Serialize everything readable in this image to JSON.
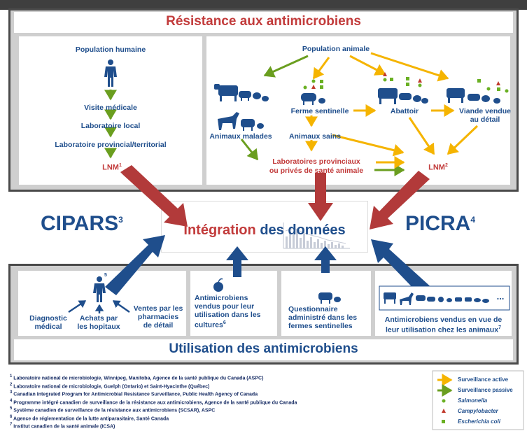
{
  "top_section": {
    "title": "Résistance aux antimicrobiens",
    "human": {
      "title": "Population humaine",
      "steps": [
        "Visite médicale",
        "Laboratoire local",
        "Laboratoire provincial/territorial"
      ],
      "lnm": "LNM",
      "lnm_note": "1"
    },
    "animal": {
      "title": "Population animale",
      "sick": "Animaux malades",
      "sentinel": "Ferme sentinelle",
      "healthy": "Animaux sains",
      "abattoir": "Abattoir",
      "retail_meat_1": "Viande vendue",
      "retail_meat_2": "au détail",
      "labs_1": "Laboratoires provinciaux",
      "labs_2": "ou privés de santé animale",
      "lnm": "LNM",
      "lnm_note": "2"
    }
  },
  "middle": {
    "cipars": "CIPARS",
    "cipars_note": "3",
    "integration_1": "Intégration",
    "integration_2": "des données",
    "picra": "PICRA",
    "picra_note": "4"
  },
  "bottom_section": {
    "title": "Utilisation des antimicrobiens",
    "human_note": "5",
    "diagnostic_1": "Diagnostic",
    "diagnostic_2": "médical",
    "hospital_1": "Achats par",
    "hospital_2": "les hopitaux",
    "pharmacy_1": "Ventes par les",
    "pharmacy_2": "pharmacies",
    "pharmacy_3": "de détail",
    "crops_1": "Antimicrobiens",
    "crops_2": "vendus pour leur",
    "crops_3": "utilisation dans les",
    "crops_4": "cultures",
    "crops_note": "6",
    "questionnaire_1": "Questionnaire",
    "questionnaire_2": "administré dans les",
    "questionnaire_3": "fermes sentinelles",
    "animals_ellipsis": "...",
    "animals_1": "Antimicrobiens vendus en vue de",
    "animals_2": "leur utilisation chez les animaux",
    "animals_note": "7"
  },
  "footnotes": [
    {
      "n": "1",
      "text": "Laboratoire national de microbiologie, Winnipeg, Manitoba, Agence de la santé publique du Canada (ASPC)"
    },
    {
      "n": "2",
      "text": "Laboratoire national de microbiologie, Guelph (Ontario) et Saint-Hyacinthe (Québec)"
    },
    {
      "n": "3",
      "text": "Canadian Integrated Program for Antimicrobial Resistance Surveillance, Public Health Agency of Canada"
    },
    {
      "n": "4",
      "text": "Programme intégré canadien de surveillance de la résistance aux antimicrobiens, Agence de la santé publique du Canada"
    },
    {
      "n": "5",
      "text": "Système canadien de surveillance de la résistance aux antimicrobiens (SCSAR), ASPC"
    },
    {
      "n": "6",
      "text": "Agence de réglementation de la lutte antiparasitaire, Santé Canada"
    },
    {
      "n": "7",
      "text": "Institut canadien de la santé animale (ICSA)"
    }
  ],
  "legend": {
    "active": "Surveillance active",
    "passive": "Surveillance passive",
    "salmonella": "Salmonella",
    "campylobacter": "Campylobacter",
    "ecoli": "Escherichia coli"
  },
  "colors": {
    "red_text": "#c23b3b",
    "blue_text": "#1f4e8c",
    "active_arrow": "#f5b400",
    "passive_arrow": "#6a9e1f",
    "big_arrow_red": "#b23a3a",
    "big_arrow_blue": "#1f4e8c",
    "salmonella": "#6ab023",
    "campylobacter": "#c0392b",
    "ecoli": "#6ab023"
  }
}
